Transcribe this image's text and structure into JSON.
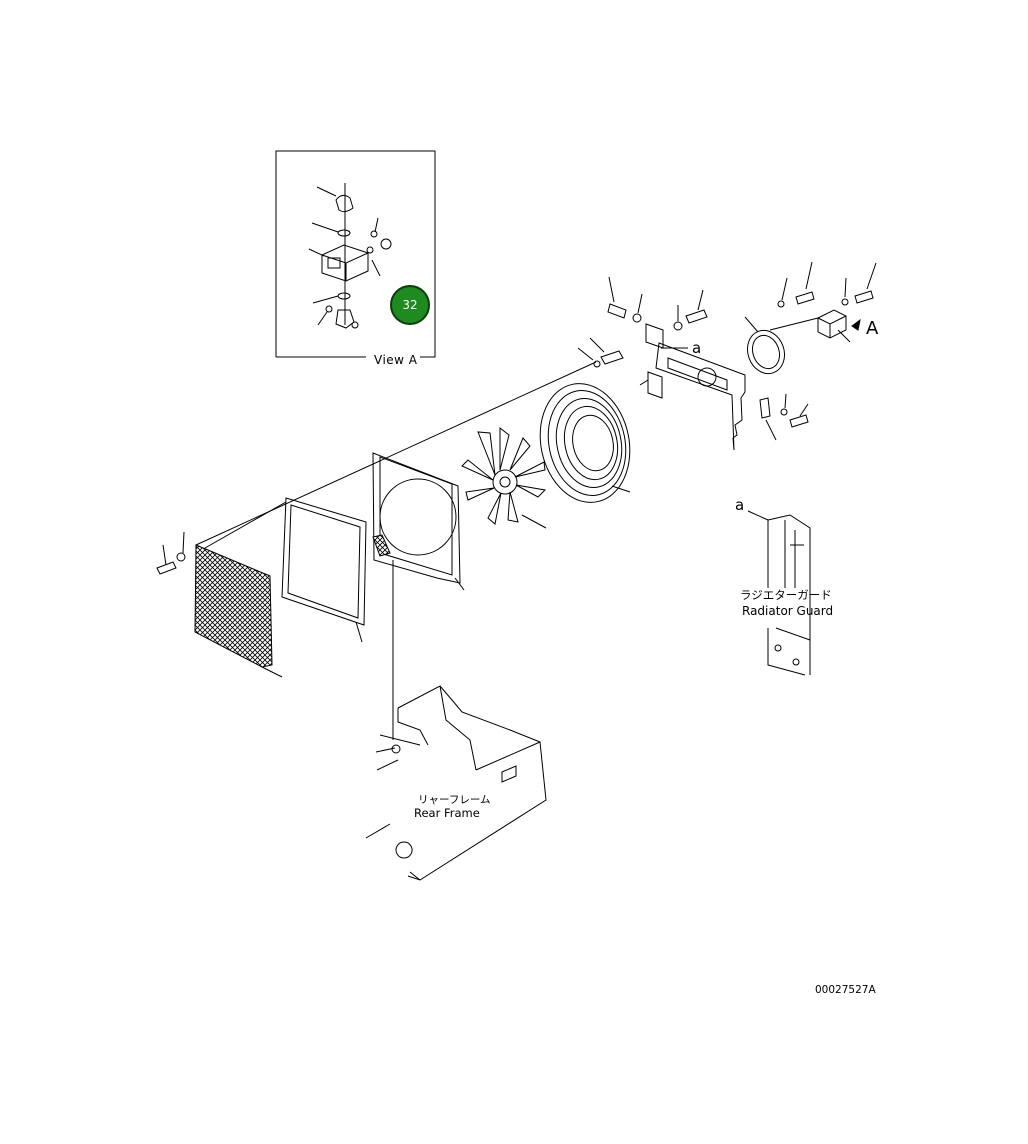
{
  "view": {
    "label": "View A",
    "callout_number": "32"
  },
  "reference_letters": {
    "a_connector": "a",
    "view_arrow": "A",
    "a_guard": "a"
  },
  "labels": {
    "radiator_guard_jp": "ラジエターガード",
    "radiator_guard_en": "Radiator Guard",
    "rear_frame_jp": "リャーフレーム",
    "rear_frame_en": "Rear Frame"
  },
  "drawing_number": "00027527A",
  "colors": {
    "line": "#000000",
    "callout_fill": "#1f8a1f",
    "callout_border": "#0b3d0b"
  }
}
